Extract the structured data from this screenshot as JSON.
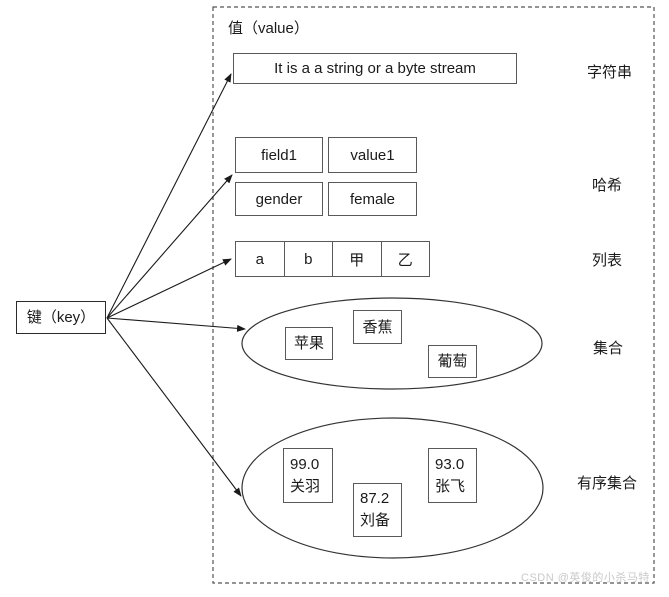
{
  "colors": {
    "line": "#1a1a1a",
    "box_border": "#595959",
    "dashed_border": "#555555",
    "watermark": "#c9c9c9"
  },
  "key": {
    "label": "键（key）"
  },
  "value_group": {
    "title": "值（value）",
    "string": {
      "content": "It is a a string or a byte stream",
      "type_label": "字符串"
    },
    "hash": {
      "rows": [
        [
          "field1",
          "value1"
        ],
        [
          "gender",
          "female"
        ]
      ],
      "type_label": "哈希"
    },
    "list": {
      "items": [
        "a",
        "b",
        "甲",
        "乙"
      ],
      "type_label": "列表"
    },
    "set": {
      "items": [
        "苹果",
        "香蕉",
        "葡萄"
      ],
      "type_label": "集合"
    },
    "sorted_set": {
      "entries": [
        {
          "score": "99.0",
          "member": "关羽"
        },
        {
          "score": "87.2",
          "member": "刘备"
        },
        {
          "score": "93.0",
          "member": "张飞"
        }
      ],
      "type_label": "有序集合"
    }
  },
  "watermark": "CSDN @英俊的小杀马特"
}
